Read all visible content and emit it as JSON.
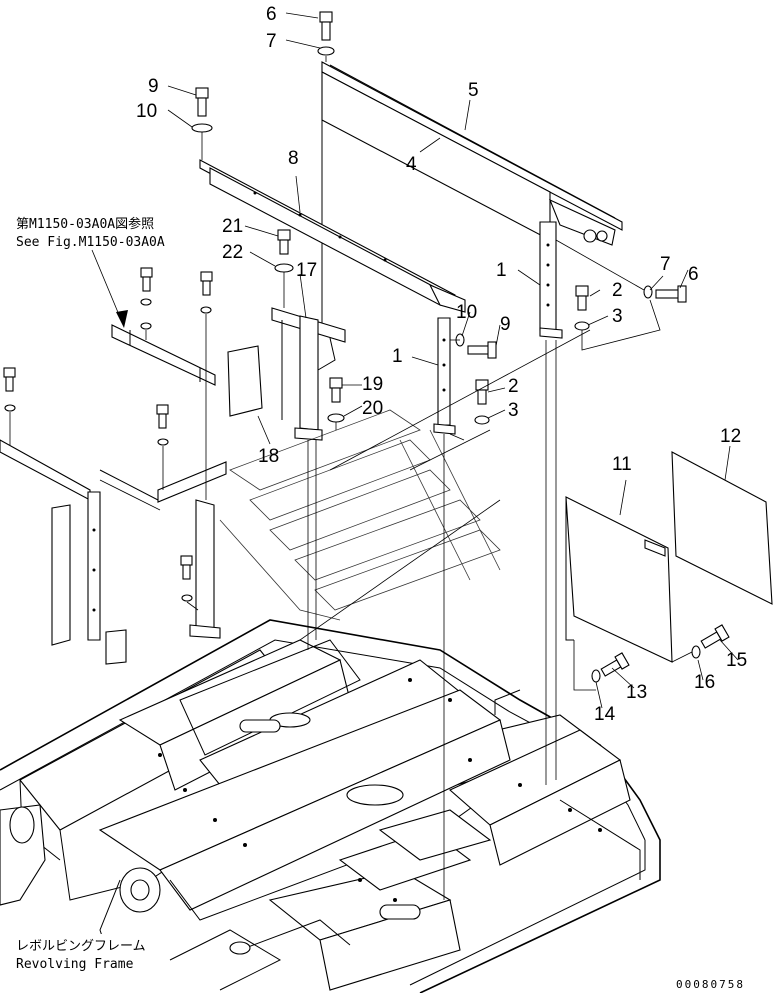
{
  "diagram": {
    "part_labels": {
      "p1a": "1",
      "p1b": "1",
      "p2a": "2",
      "p2b": "2",
      "p3a": "3",
      "p3b": "3",
      "p4": "4",
      "p5": "5",
      "p6a": "6",
      "p6b": "6",
      "p7a": "7",
      "p7b": "7",
      "p8": "8",
      "p9a": "9",
      "p9b": "9",
      "p10a": "10",
      "p10b": "10",
      "p11": "11",
      "p12": "12",
      "p13": "13",
      "p14": "14",
      "p15": "15",
      "p16": "16",
      "p17": "17",
      "p18": "18",
      "p19": "19",
      "p20": "20",
      "p21": "21",
      "p22": "22"
    },
    "reference_note_jp": "第M1150-03A0A図参照",
    "reference_note_en": "See Fig.M1150-03A0A",
    "frame_label_jp": "レボルビングフレーム",
    "frame_label_en": "Revolving Frame",
    "drawing_code": "00080758",
    "colors": {
      "ink": "#000000",
      "paper": "#ffffff",
      "shade": "#e8e8e8"
    }
  }
}
